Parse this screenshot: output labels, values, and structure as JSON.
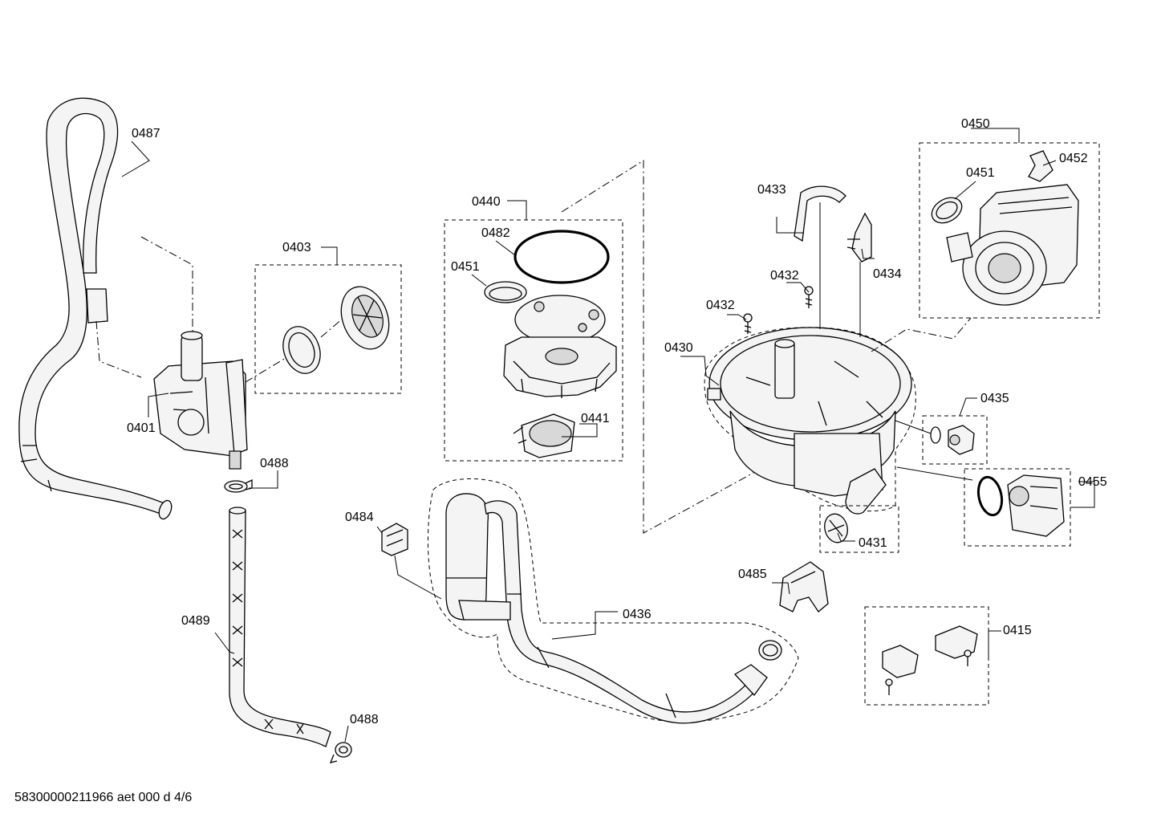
{
  "labels": {
    "p0487": "0487",
    "p0403": "0403",
    "p0401": "0401",
    "p0488a": "0488",
    "p0489": "0489",
    "p0488b": "0488",
    "p0440": "0440",
    "p0482": "0482",
    "p0451a": "0451",
    "p0441": "0441",
    "p0484": "0484",
    "p0436": "0436",
    "p0433": "0433",
    "p0432a": "0432",
    "p0432b": "0432",
    "p0434": "0434",
    "p0430": "0430",
    "p0431": "0431",
    "p0450": "0450",
    "p0451b": "0451",
    "p0452": "0452",
    "p0435": "0435",
    "p0455": "0455",
    "p0485": "0485",
    "p0415": "0415"
  },
  "footer": {
    "code": "58300000211966 aet 000 d 4/6"
  }
}
